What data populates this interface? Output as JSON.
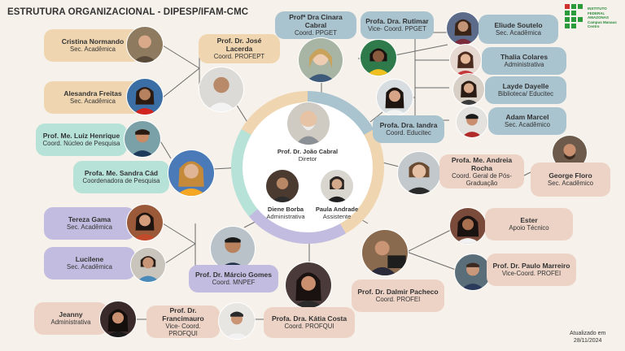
{
  "title": "ESTRUTURA ORGANIZACIONAL - DIPESP/IFAM-CMC",
  "logo": {
    "lines": [
      "INSTITUTO FEDERAL",
      "AMAZONAS",
      "Campus Manaus Centro"
    ],
    "color": "#2a8a3a"
  },
  "updated": {
    "line1": "Atualizado em",
    "line2": "28/11/2024"
  },
  "center": {
    "director": {
      "name": "Prof. Dr. João Cabral",
      "role": "Diretor"
    },
    "admin": {
      "name": "Diene Borba",
      "role": "Administrativa"
    },
    "assistant": {
      "name": "Paula Andrade",
      "role": "Assistente"
    }
  },
  "people": {
    "cristina": {
      "name": "Cristina Normando",
      "role": "Sec. Acadêmica"
    },
    "alesandra": {
      "name": "Alesandra Freitas",
      "role": "Sec. Acadêmica"
    },
    "lacerda": {
      "name": "Prof. Dr. José Lacerda",
      "role": "Coord. PROFEPT"
    },
    "cinara": {
      "name": "Profª Dra Cinara Cabral",
      "role": "Coord. PPGET"
    },
    "rutimar": {
      "name": "Profa. Dra. Rutimar",
      "role": "Vice- Coord. PPGET"
    },
    "eliude": {
      "name": "Eliude Soutelo",
      "role": "Sec. Acadêmica"
    },
    "thalia": {
      "name": "Thalia Colares",
      "role": "Administrativa"
    },
    "layde": {
      "name": "Layde Dayelle",
      "role": "Biblioteca/ Educitec"
    },
    "adam": {
      "name": "Adam Marcel",
      "role": "Sec. Acadêmico"
    },
    "iandra": {
      "name": "Profa. Dra. Iandra",
      "role": "Coord. Educitec"
    },
    "luiz": {
      "name": "Prof. Me. Luiz Henrique",
      "role": "Coord. Núcleo de Pesquisa"
    },
    "sandra": {
      "name": "Profa. Me. Sandra Cád",
      "role": "Coordenadora de Pesquisa"
    },
    "andreia": {
      "name": "Profa. Me. Andreia Rocha",
      "role": "Coord. Geral de Pós-Graduação"
    },
    "george": {
      "name": "George Floro",
      "role": "Sec. Acadêmico"
    },
    "tereza": {
      "name": "Tereza Gama",
      "role": "Sec. Acadêmica"
    },
    "lucilene": {
      "name": "Lucilene",
      "role": "Sec. Acadêmica"
    },
    "marcio": {
      "name": "Prof. Dr. Márcio Gomes",
      "role": "Coord. MNPEF"
    },
    "ester": {
      "name": "Ester",
      "role": "Apoio Técnico"
    },
    "marreiro": {
      "name": "Prof. Dr. Paulo Marreiro",
      "role": "Vice-Coord. PROFEI"
    },
    "dalmir": {
      "name": "Prof. Dr. Dalmir Pacheco",
      "role": "Coord. PROFEI"
    },
    "jeanny": {
      "name": "Jeanny",
      "role": "Administrativa"
    },
    "francimauro": {
      "name": "Prof. Dr. Francimauro",
      "role": "Vice- Coord. PROFQUI"
    },
    "katia": {
      "name": "Profa. Dra. Kátia Costa",
      "role": "Coord. PROFQUI"
    }
  },
  "colors": {
    "background": "#f6f1ea",
    "tan": "#f0d6b0",
    "blue": "#a9c3cf",
    "mint": "#b7e2d8",
    "lavender": "#c2bde0",
    "pink": "#ecd3c6"
  }
}
